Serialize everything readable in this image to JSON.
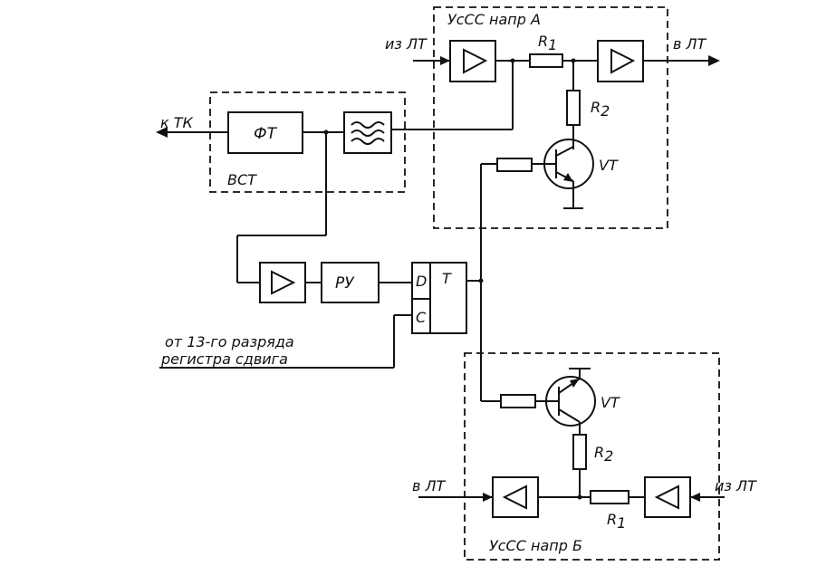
{
  "labels": {
    "uscc_a": "УсСС напр А",
    "uscc_b": "УсСС напр Б",
    "from_lt_top": "из ЛТ",
    "to_lt_top": "в ЛТ",
    "to_lt_bottom": "в ЛТ",
    "from_lt_bottom": "из ЛТ",
    "to_tk": "к ТК",
    "ft": "ФТ",
    "vst": "ВСТ",
    "ru": "РУ",
    "trigger_d": "D",
    "trigger_c": "C",
    "trigger_t": "T",
    "r1": "R",
    "r1_sub": "1",
    "r2": "R",
    "r2_sub": "2",
    "vt": "VT",
    "shift_line1": "от 13-го разряда",
    "shift_line2": "регистра сдвига"
  }
}
